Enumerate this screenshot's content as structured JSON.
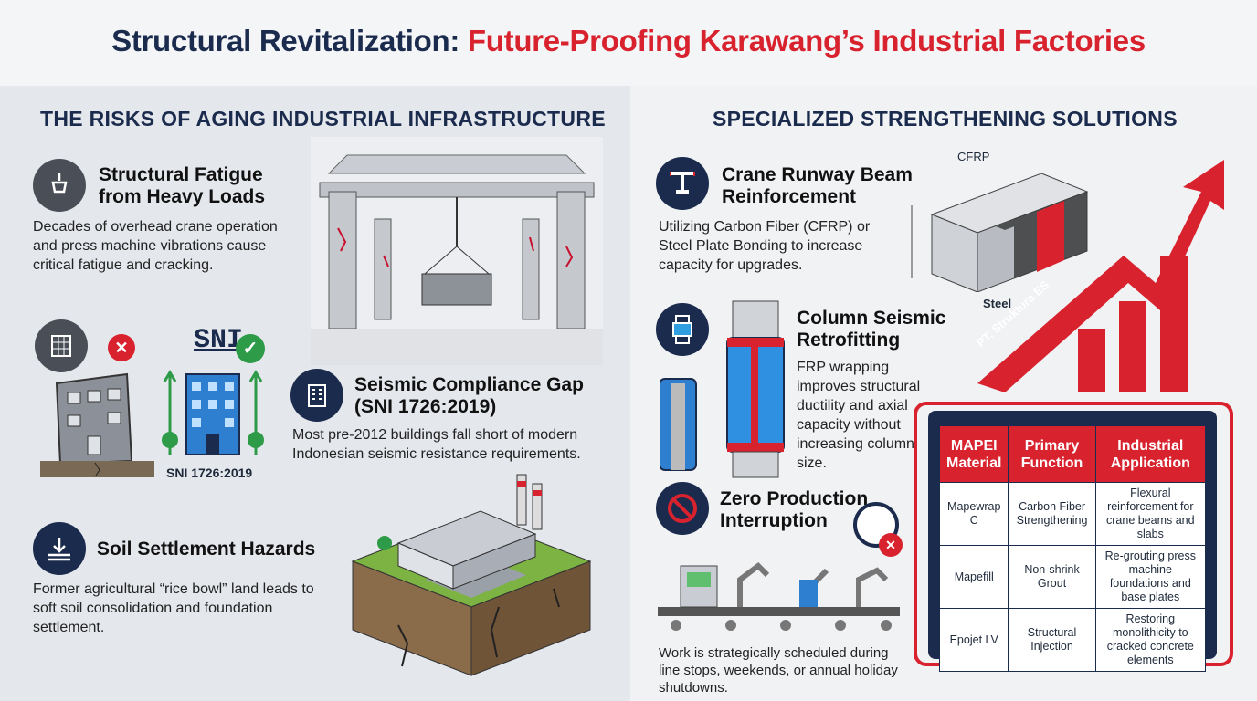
{
  "title": {
    "part1": "Structural Revitalization: ",
    "part2": "Future-Proofing Karawang’s Industrial Factories"
  },
  "left": {
    "heading": "THE RISKS OF AGING INDUSTRIAL INFRASTRUCTURE",
    "fatigue": {
      "title": "Structural Fatigue from Heavy Loads",
      "body": "Decades of overhead crane operation and press machine vibrations cause critical fatigue and cracking."
    },
    "sni_logo": "SNI",
    "sni_caption": "SNI 1726:2019",
    "seismic": {
      "title": "Seismic Compliance Gap (SNI 1726:2019)",
      "body": "Most pre-2012 buildings fall short of modern Indonesian seismic resistance requirements."
    },
    "soil": {
      "title": "Soil Settlement Hazards",
      "body": "Former agricultural “rice bowl” land leads to soft soil consolidation and foundation settlement."
    }
  },
  "right": {
    "heading": "SPECIALIZED STRENGTHENING SOLUTIONS",
    "crane": {
      "title": "Crane Runway Beam Reinforcement",
      "body": "Utilizing Carbon Fiber (CFRP) or Steel Plate Bonding to increase capacity for upgrades.",
      "label_cfrp": "CFRP",
      "label_steel": "Steel"
    },
    "column": {
      "title": "Column Seismic Retrofitting",
      "body": "FRP wrapping improves structural ductility and axial capacity without increasing column size."
    },
    "zero": {
      "title": "Zero Production Interruption",
      "body": "Work is strategically scheduled during line stops, weekends, or annual holiday shutdowns."
    },
    "arrow_text": "PT. Struktura ES",
    "table": {
      "headers": [
        "MAPEI Material",
        "Primary Function",
        "Industrial Application"
      ],
      "rows": [
        [
          "Mapewrap C",
          "Carbon Fiber Strengthening",
          "Flexural reinforcement for crane beams and slabs"
        ],
        [
          "Mapefill",
          "Non-shrink Grout",
          "Re-grouting press machine foundations and base plates"
        ],
        [
          "Epojet LV",
          "Structural Injection",
          "Restoring monolithicity to cracked concrete elements"
        ]
      ]
    }
  },
  "colors": {
    "navy": "#1b2b4d",
    "red": "#d8232f",
    "green": "#2e9b48",
    "blue": "#2f7fd0"
  }
}
